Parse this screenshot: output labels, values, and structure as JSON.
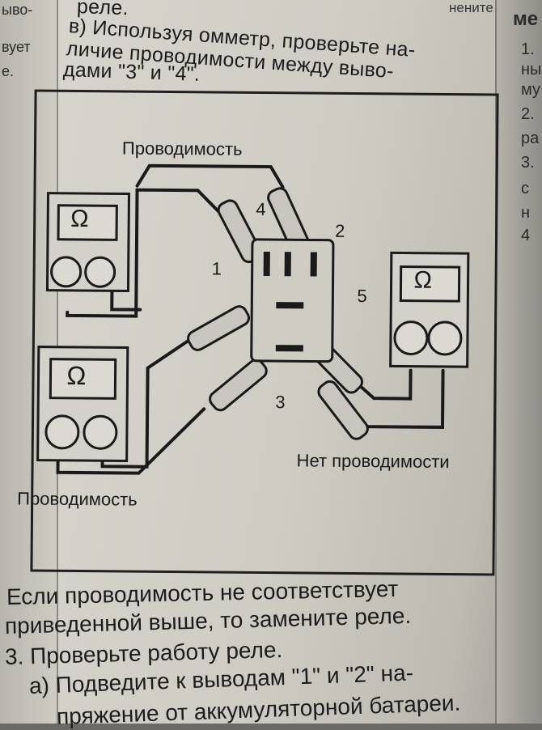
{
  "left_margin": {
    "line1": "ыво-",
    "line2": "вует",
    "line3": "е."
  },
  "right_margin": {
    "top": "нените",
    "l1": "ме",
    "l2": "1.",
    "l3": "ны",
    "l4": "му",
    "l5": "2.",
    "l6": "ра",
    "l7": "3.",
    "l8": "с",
    "l9": "н",
    "l10": "4"
  },
  "header": {
    "line0": "реле.",
    "line1": "в) Используя омметр, проверьте на-",
    "line2": "личие проводимости между выво-",
    "line3": "дами \"3\" и \"4\"."
  },
  "figure": {
    "label_top": "Проводимость",
    "label_bottom_left": "Проводимость",
    "label_bottom_right": "Нет проводимости",
    "meter_symbol": "Ω",
    "terminals": [
      "1",
      "2",
      "3",
      "4",
      "5"
    ]
  },
  "body": {
    "p1_line1": "Если проводимость не соответствует",
    "p1_line2": "приведенной выше, то замените реле.",
    "step3": "3. Проверьте работу реле.",
    "step3a": "а) Подведите к выводам \"1\" и \"2\" на-",
    "step3a_cut": "пряжение от аккумуляторной батареи."
  }
}
